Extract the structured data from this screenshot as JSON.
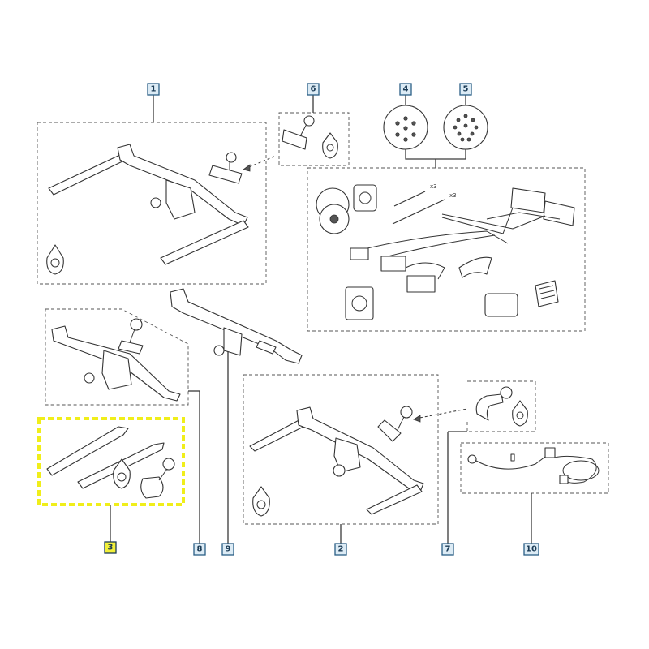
{
  "callouts": [
    {
      "id": "1",
      "label": "1"
    },
    {
      "id": "6",
      "label": "6"
    },
    {
      "id": "4",
      "label": "4"
    },
    {
      "id": "5",
      "label": "5"
    },
    {
      "id": "8",
      "label": "8"
    },
    {
      "id": "9",
      "label": "9"
    },
    {
      "id": "3",
      "label": "3"
    },
    {
      "id": "2",
      "label": "2"
    },
    {
      "id": "7",
      "label": "7"
    },
    {
      "id": "10",
      "label": "10"
    }
  ],
  "quantity_marks": {
    "pin_x3_top": "x3",
    "pin_x3_bottom": "x3"
  },
  "colors": {
    "callout_fill": "#dcebf5",
    "callout_border": "#2b5f86",
    "highlight": "#f2f03a",
    "line": "#333333"
  },
  "highlighted_callout": "3"
}
